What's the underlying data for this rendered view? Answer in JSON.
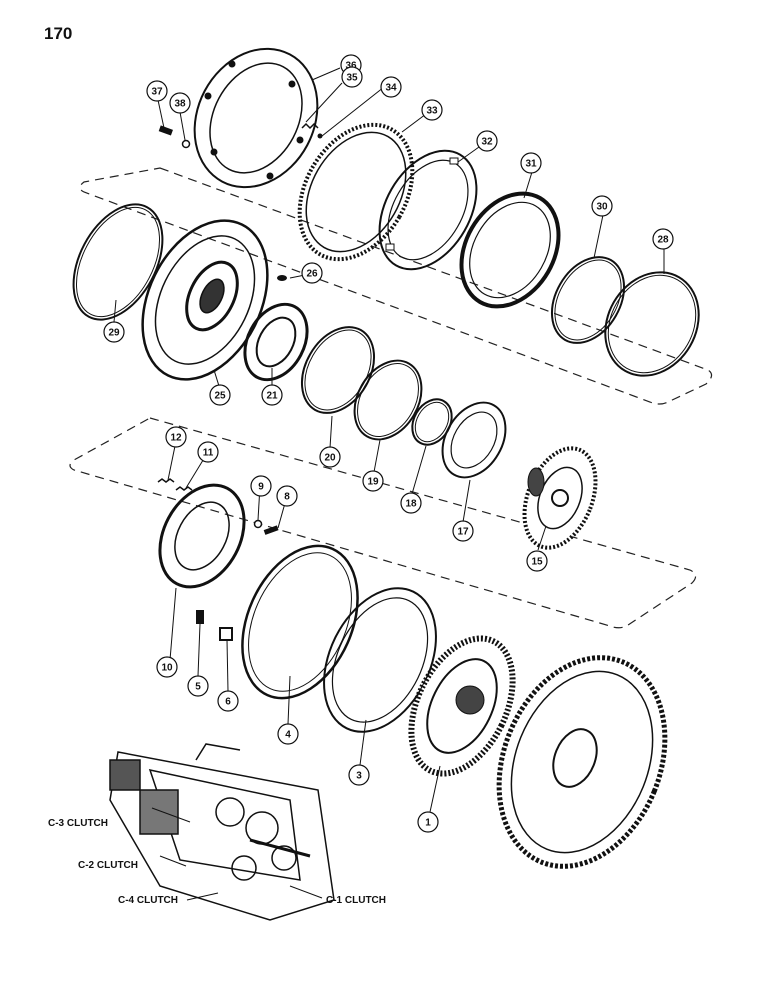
{
  "page": {
    "number": "170"
  },
  "callouts": {
    "c1": "1",
    "c3": "3",
    "c4": "4",
    "c5": "5",
    "c6": "6",
    "c8": "8",
    "c9": "9",
    "c10": "10",
    "c11": "11",
    "c12": "12",
    "c15": "15",
    "c17": "17",
    "c18": "18",
    "c19": "19",
    "c20": "20",
    "c21": "21",
    "c25": "25",
    "c26": "26",
    "c28": "28",
    "c29": "29",
    "c30": "30",
    "c31": "31",
    "c32": "32",
    "c33": "33",
    "c34": "34",
    "c35": "35",
    "c36": "36",
    "c37": "37",
    "c38": "38"
  },
  "clutch_labels": {
    "c3": "C-3 CLUTCH",
    "c2": "C-2 CLUTCH",
    "c4": "C-4 CLUTCH",
    "c1": "C-1 CLUTCH"
  }
}
